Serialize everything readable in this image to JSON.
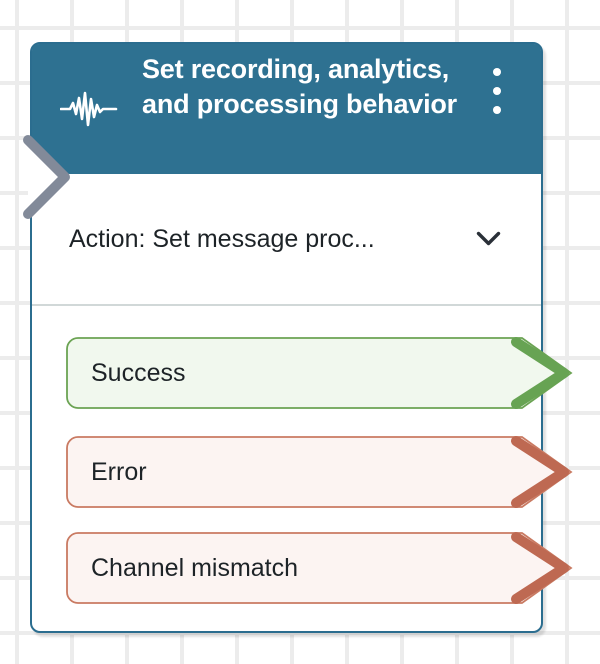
{
  "canvas": {
    "background": "#FFFFFF",
    "grid_line_color": "#ECECEC"
  },
  "block": {
    "title": "Set recording, analytics, and processing behavior",
    "header_color": "#2E7191",
    "title_color": "#FFFFFF",
    "border_color": "#2B6D8F",
    "icon": "waveform-icon",
    "menu_icon": "kebab-menu-icon",
    "action_label": "Action: Set message proc...",
    "divider_color": "#D1D8D8",
    "input_connector_color": "#828A99",
    "outputs": [
      {
        "label": "Success",
        "status": "success",
        "fill_color": "#F1F8EE",
        "border_color": "#6BA353",
        "connector_color": "#67A353"
      },
      {
        "label": "Error",
        "status": "error",
        "fill_color": "#FCF4F2",
        "border_color": "#C97A62",
        "connector_color": "#BE6952"
      },
      {
        "label": "Channel mismatch",
        "status": "error",
        "fill_color": "#FCF4F2",
        "border_color": "#C97A62",
        "connector_color": "#BE6952"
      }
    ]
  }
}
